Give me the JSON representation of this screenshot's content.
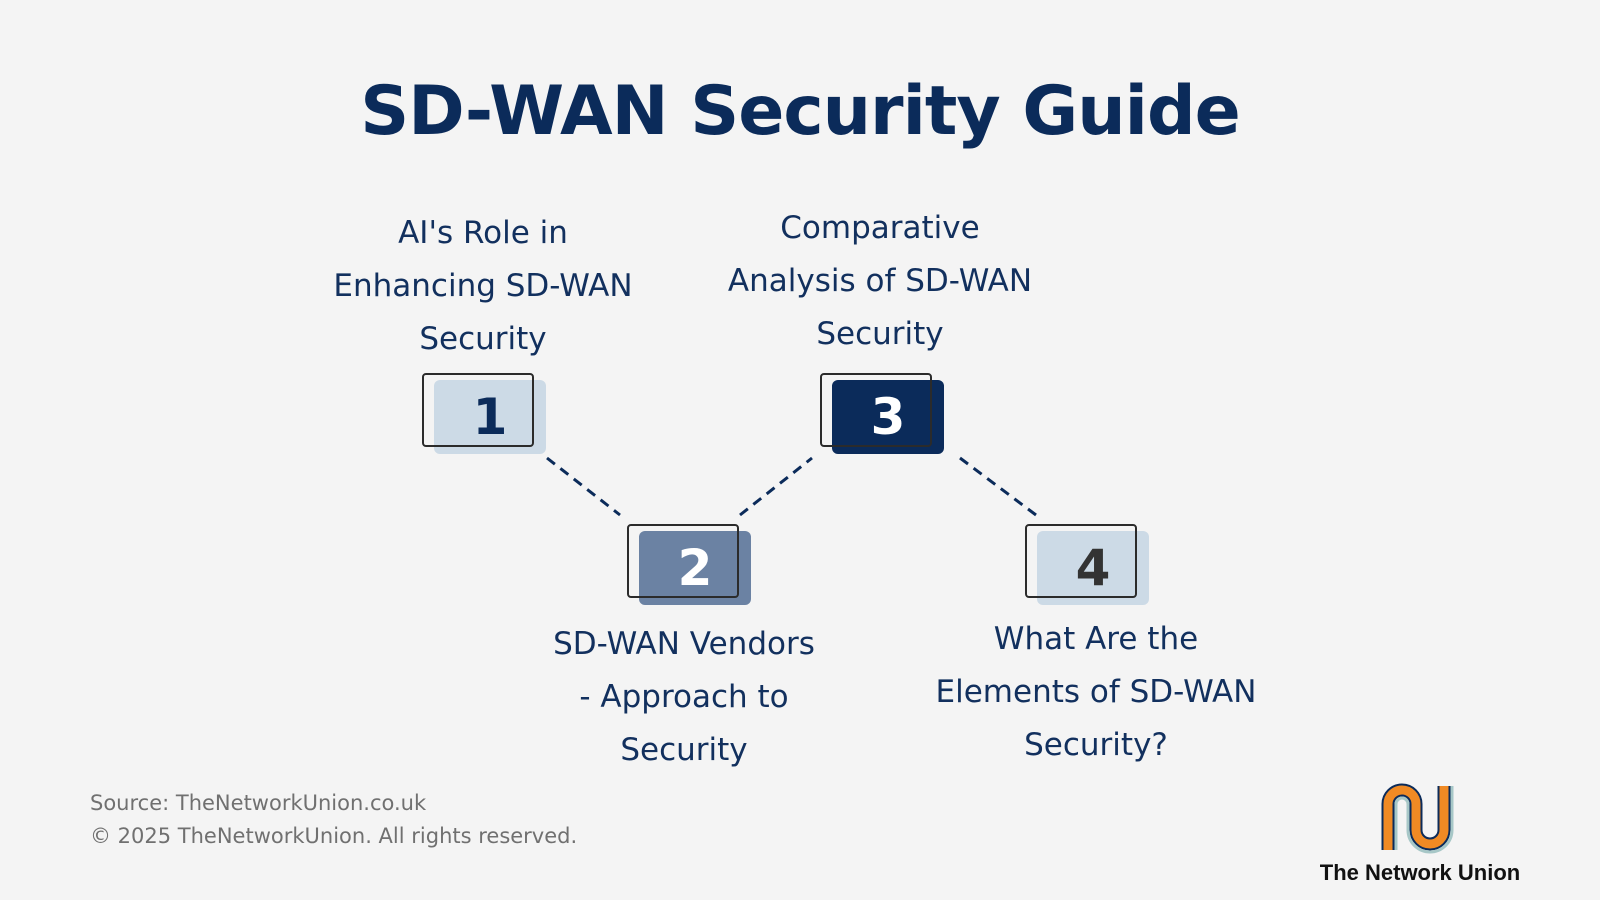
{
  "title": "SD-WAN Security Guide",
  "steps": [
    {
      "number": "1",
      "label": "AI's Role in\nEnhancing SD-WAN\nSecurity",
      "fill": "#ccdae6",
      "text_color": "#0b2b5a"
    },
    {
      "number": "2",
      "label": "SD-WAN Vendors\n- Approach to\nSecurity",
      "fill": "#6b82a3",
      "text_color": "#ffffff"
    },
    {
      "number": "3",
      "label": "Comparative\nAnalysis of SD-WAN\nSecurity",
      "fill": "#0b2b5a",
      "text_color": "#ffffff"
    },
    {
      "number": "4",
      "label": "What Are the\nElements of SD-WAN\nSecurity?",
      "fill": "#ccdae6",
      "text_color": "#333333"
    }
  ],
  "connector_color": "#0b2b5a",
  "footer": {
    "source": "Source: TheNetworkUnion.co.uk",
    "copyright": "© 2025 TheNetworkUnion. All rights reserved."
  },
  "brand": {
    "name": "The Network Union",
    "logo_icon": "network-union-logo-icon",
    "logo_colors": [
      "#f08a24",
      "#0b2b5a",
      "#a7c7c7"
    ]
  }
}
